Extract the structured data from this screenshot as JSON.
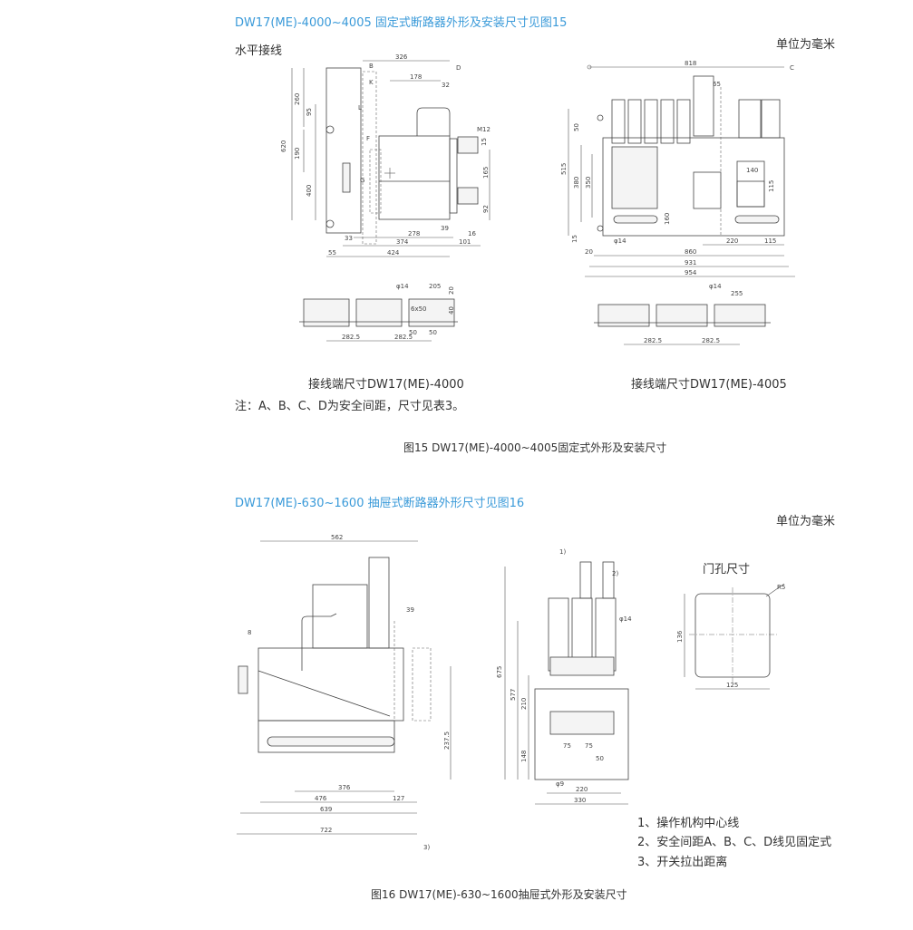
{
  "section1": {
    "heading": "DW17(ME)-4000~4005 固定式断路器外形及安装尺寸见图15",
    "unit": "单位为毫米",
    "horizontal_wiring": "水平接线",
    "terminal_caption_left": "接线端尺寸DW17(ME)-4000",
    "terminal_caption_right": "接线端尺寸DW17(ME)-4005",
    "note": "注：A、B、C、D为安全间距，尺寸见表3。",
    "figure_caption": "图15  DW17(ME)-4000~4005固定式外形及安装尺寸",
    "dims_left": {
      "d326": "326",
      "d178": "178",
      "d32": "32",
      "d260": "260",
      "d95": "95",
      "d620": "620",
      "d190": "190",
      "d400": "400",
      "d165": "165",
      "d92": "92",
      "d15": "15",
      "m12": "M12",
      "d278": "278",
      "d16": "16",
      "d39": "39",
      "d374": "374",
      "d101": "101",
      "d55": "55",
      "d424": "424",
      "d33": "33",
      "B": "B",
      "K": "K",
      "L": "L",
      "F": "F",
      "G": "G",
      "D": "D"
    },
    "dims_right": {
      "d818": "818",
      "d65": "65",
      "C": "C",
      "d50": "50",
      "d515": "515",
      "d380": "380",
      "d350": "350",
      "d140": "140",
      "d115": "115",
      "d160": "160",
      "d15": "15",
      "d20": "20",
      "phi14": "φ14",
      "d220": "220",
      "d115b": "115",
      "d860": "860",
      "d931": "931",
      "d954": "954"
    },
    "dims_term_left": {
      "phi14": "φ14",
      "d205": "205",
      "d20": "20",
      "d40": "40",
      "d50a": "50",
      "d50b": "50",
      "d282a": "282.5",
      "d282b": "282.5",
      "d6x50": "6x50"
    },
    "dims_term_right": {
      "phi14": "φ14",
      "d255": "255",
      "d282a": "282.5",
      "d282b": "282.5"
    }
  },
  "section2": {
    "heading": "DW17(ME)-630~1600 抽屉式断路器外形尺寸见图16",
    "unit": "单位为毫米",
    "door_hole": "门孔尺寸",
    "legend": [
      "1、操作机构中心线",
      "2、安全间距A、B、C、D线见固定式",
      "3、开关拉出距离"
    ],
    "figure_caption": "图16  DW17(ME)-630~1600抽屉式外形及安装尺寸",
    "dims_left": {
      "d562": "562",
      "d39": "39",
      "d8": "8",
      "d237": "237.5",
      "d376": "376",
      "d476": "476",
      "d127": "127",
      "d639": "639",
      "d722": "722",
      "n3": "3)"
    },
    "dims_mid": {
      "n1": "1)",
      "n2": "2)",
      "phi14": "φ14",
      "d675": "675",
      "d577": "577",
      "d210": "210",
      "d148": "148",
      "d75a": "75",
      "d75b": "75",
      "d50": "50",
      "phi9": "φ9",
      "d220": "220",
      "d330": "330"
    },
    "dims_door": {
      "r5": "R5",
      "d136": "136",
      "d125": "125"
    }
  }
}
